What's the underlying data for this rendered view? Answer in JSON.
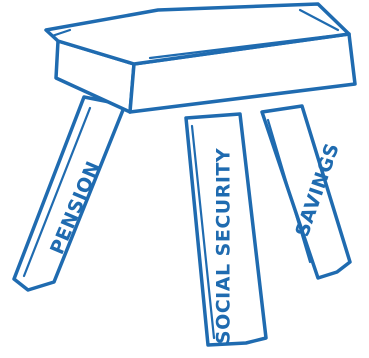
{
  "stool": {
    "ink_color": "#1f6bb0",
    "legs": [
      {
        "id": "pension",
        "label": "PENSION"
      },
      {
        "id": "social-security",
        "label": "SOCIAL SECURITY"
      },
      {
        "id": "savings",
        "label": "SAVINGS"
      }
    ]
  }
}
